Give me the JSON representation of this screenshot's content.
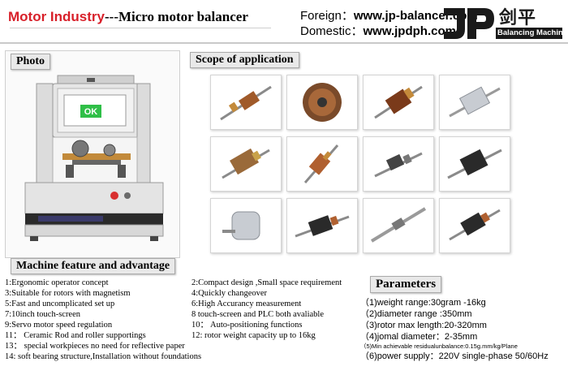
{
  "header": {
    "title_red": "Motor Industry",
    "title_rest": "---Micro motor balancer",
    "foreign_label": "Foreign：",
    "foreign_url": "www.jp-balancer.com",
    "domestic_label": "Domestic：",
    "domestic_url": "www.jpdph.com"
  },
  "logo": {
    "letters": "JP",
    "chinese": "剑平",
    "tagline": "Balancing Machine",
    "color": "#1a1a1a"
  },
  "photo": {
    "label": "Photo",
    "screen_text": "OK",
    "screen_color": "#2fbf47"
  },
  "scope": {
    "label": "Scope of application"
  },
  "features": {
    "label": "Machine feature and advantage",
    "items": [
      "1:Ergonomic operator concept",
      "3:Suitable for rotors with magnetism",
      "5:Fast and uncomplicated set up",
      "7:10inch touch-screen",
      "9:Servo motor speed regulation",
      "11：   Ceramic Rod and roller supportings",
      "13：  special workpieces no need for reflective paper",
      "14:    soft bearing structure,Installation without foundations"
    ],
    "items_right": [
      "2:Compact design ,Small space requirement",
      "4:Quickly changeover",
      "6:High Accurancy measurement",
      "8 touch-screen and PLC both avaliable",
      "10：   Auto-positioning functions",
      "12: rotor weight capacity up to 16kg"
    ]
  },
  "parameters": {
    "label": "Parameters",
    "items": [
      "（1)weight range:30gram -16kg",
      "（2)diameter range :350mm",
      "（3)rotor max length:20-320mm",
      "（4)jomal diameter：2-35mm",
      "（5)Min achievable residualunbalance:0.15g.mm/kg/Plane",
      "（6)power supply：220V single-phase  50/60Hz"
    ]
  }
}
